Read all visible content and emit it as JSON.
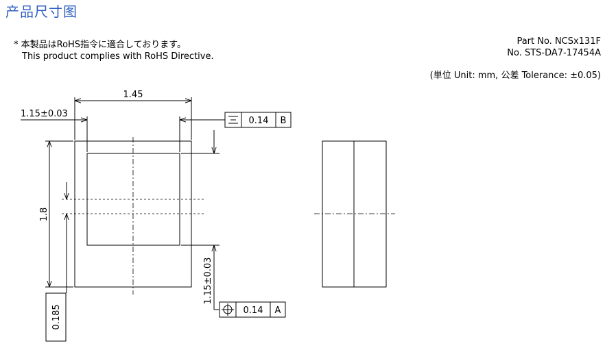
{
  "title": "产品尺寸图",
  "note": {
    "jp": "* 本製品はRoHS指令に適合しております。",
    "en": "This product complies with RoHS Directive."
  },
  "part": {
    "part_no": "Part No. NCSx131F",
    "doc_no": "No. STS-DA7-17454A"
  },
  "units_text": "(単位 Unit: mm,  公差 Tolerance: ±0.05)",
  "dims": {
    "width": "1.45",
    "height": "1.8",
    "left_offset": "1.15±0.03",
    "bottom_offset": "1.15±0.03",
    "thickness": "0.185"
  },
  "tolerance_frames": {
    "symmetry": {
      "symbol": "symmetry-icon",
      "value": "0.14",
      "datum": "B"
    },
    "position": {
      "symbol": "position-icon",
      "value": "0.14",
      "datum": "A"
    }
  }
}
